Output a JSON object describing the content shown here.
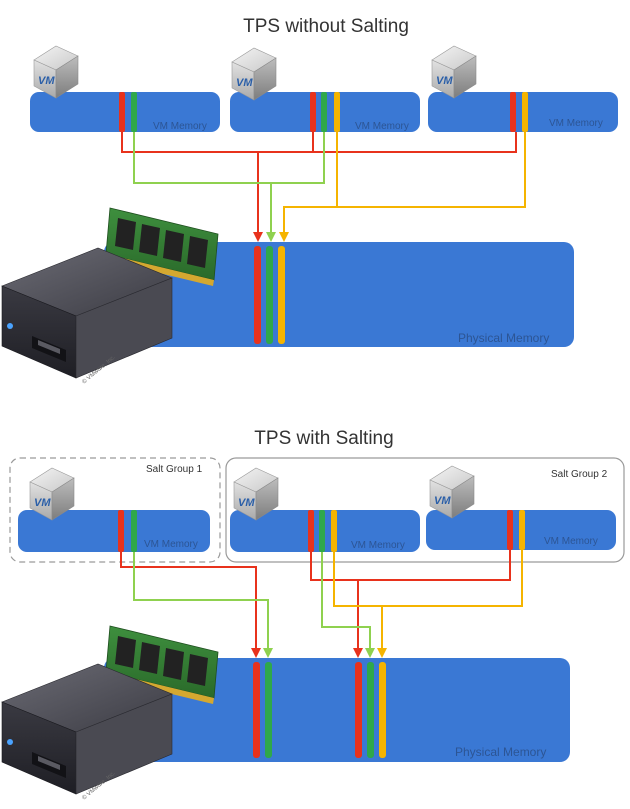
{
  "colors": {
    "memory_blue": "#3a78d4",
    "red": "#e8321c",
    "green": "#2fa84a",
    "yellow": "#f5b400",
    "light_green": "#8fd14f",
    "server_dark": "#2e2e35"
  },
  "icons": [
    "vm-cube-icon",
    "ram-module-icon",
    "server-icon"
  ],
  "top": {
    "title": "TPS without Salting",
    "vms": [
      {
        "badge": "VM",
        "label": "VM Memory"
      },
      {
        "badge": "VM",
        "label": "VM Memory"
      },
      {
        "badge": "VM",
        "label": "VM Memory"
      }
    ],
    "physical_label": "Physical Memory",
    "copyright": "© VMware, Inc."
  },
  "bottom": {
    "title": "TPS with Salting",
    "salt_group_1": "Salt Group 1",
    "salt_group_2": "Salt Group 2",
    "vms": [
      {
        "badge": "VM",
        "label": "VM Memory"
      },
      {
        "badge": "VM",
        "label": "VM Memory"
      },
      {
        "badge": "VM",
        "label": "VM Memory"
      }
    ],
    "physical_label": "Physical Memory",
    "copyright": "© VMware, Inc."
  }
}
